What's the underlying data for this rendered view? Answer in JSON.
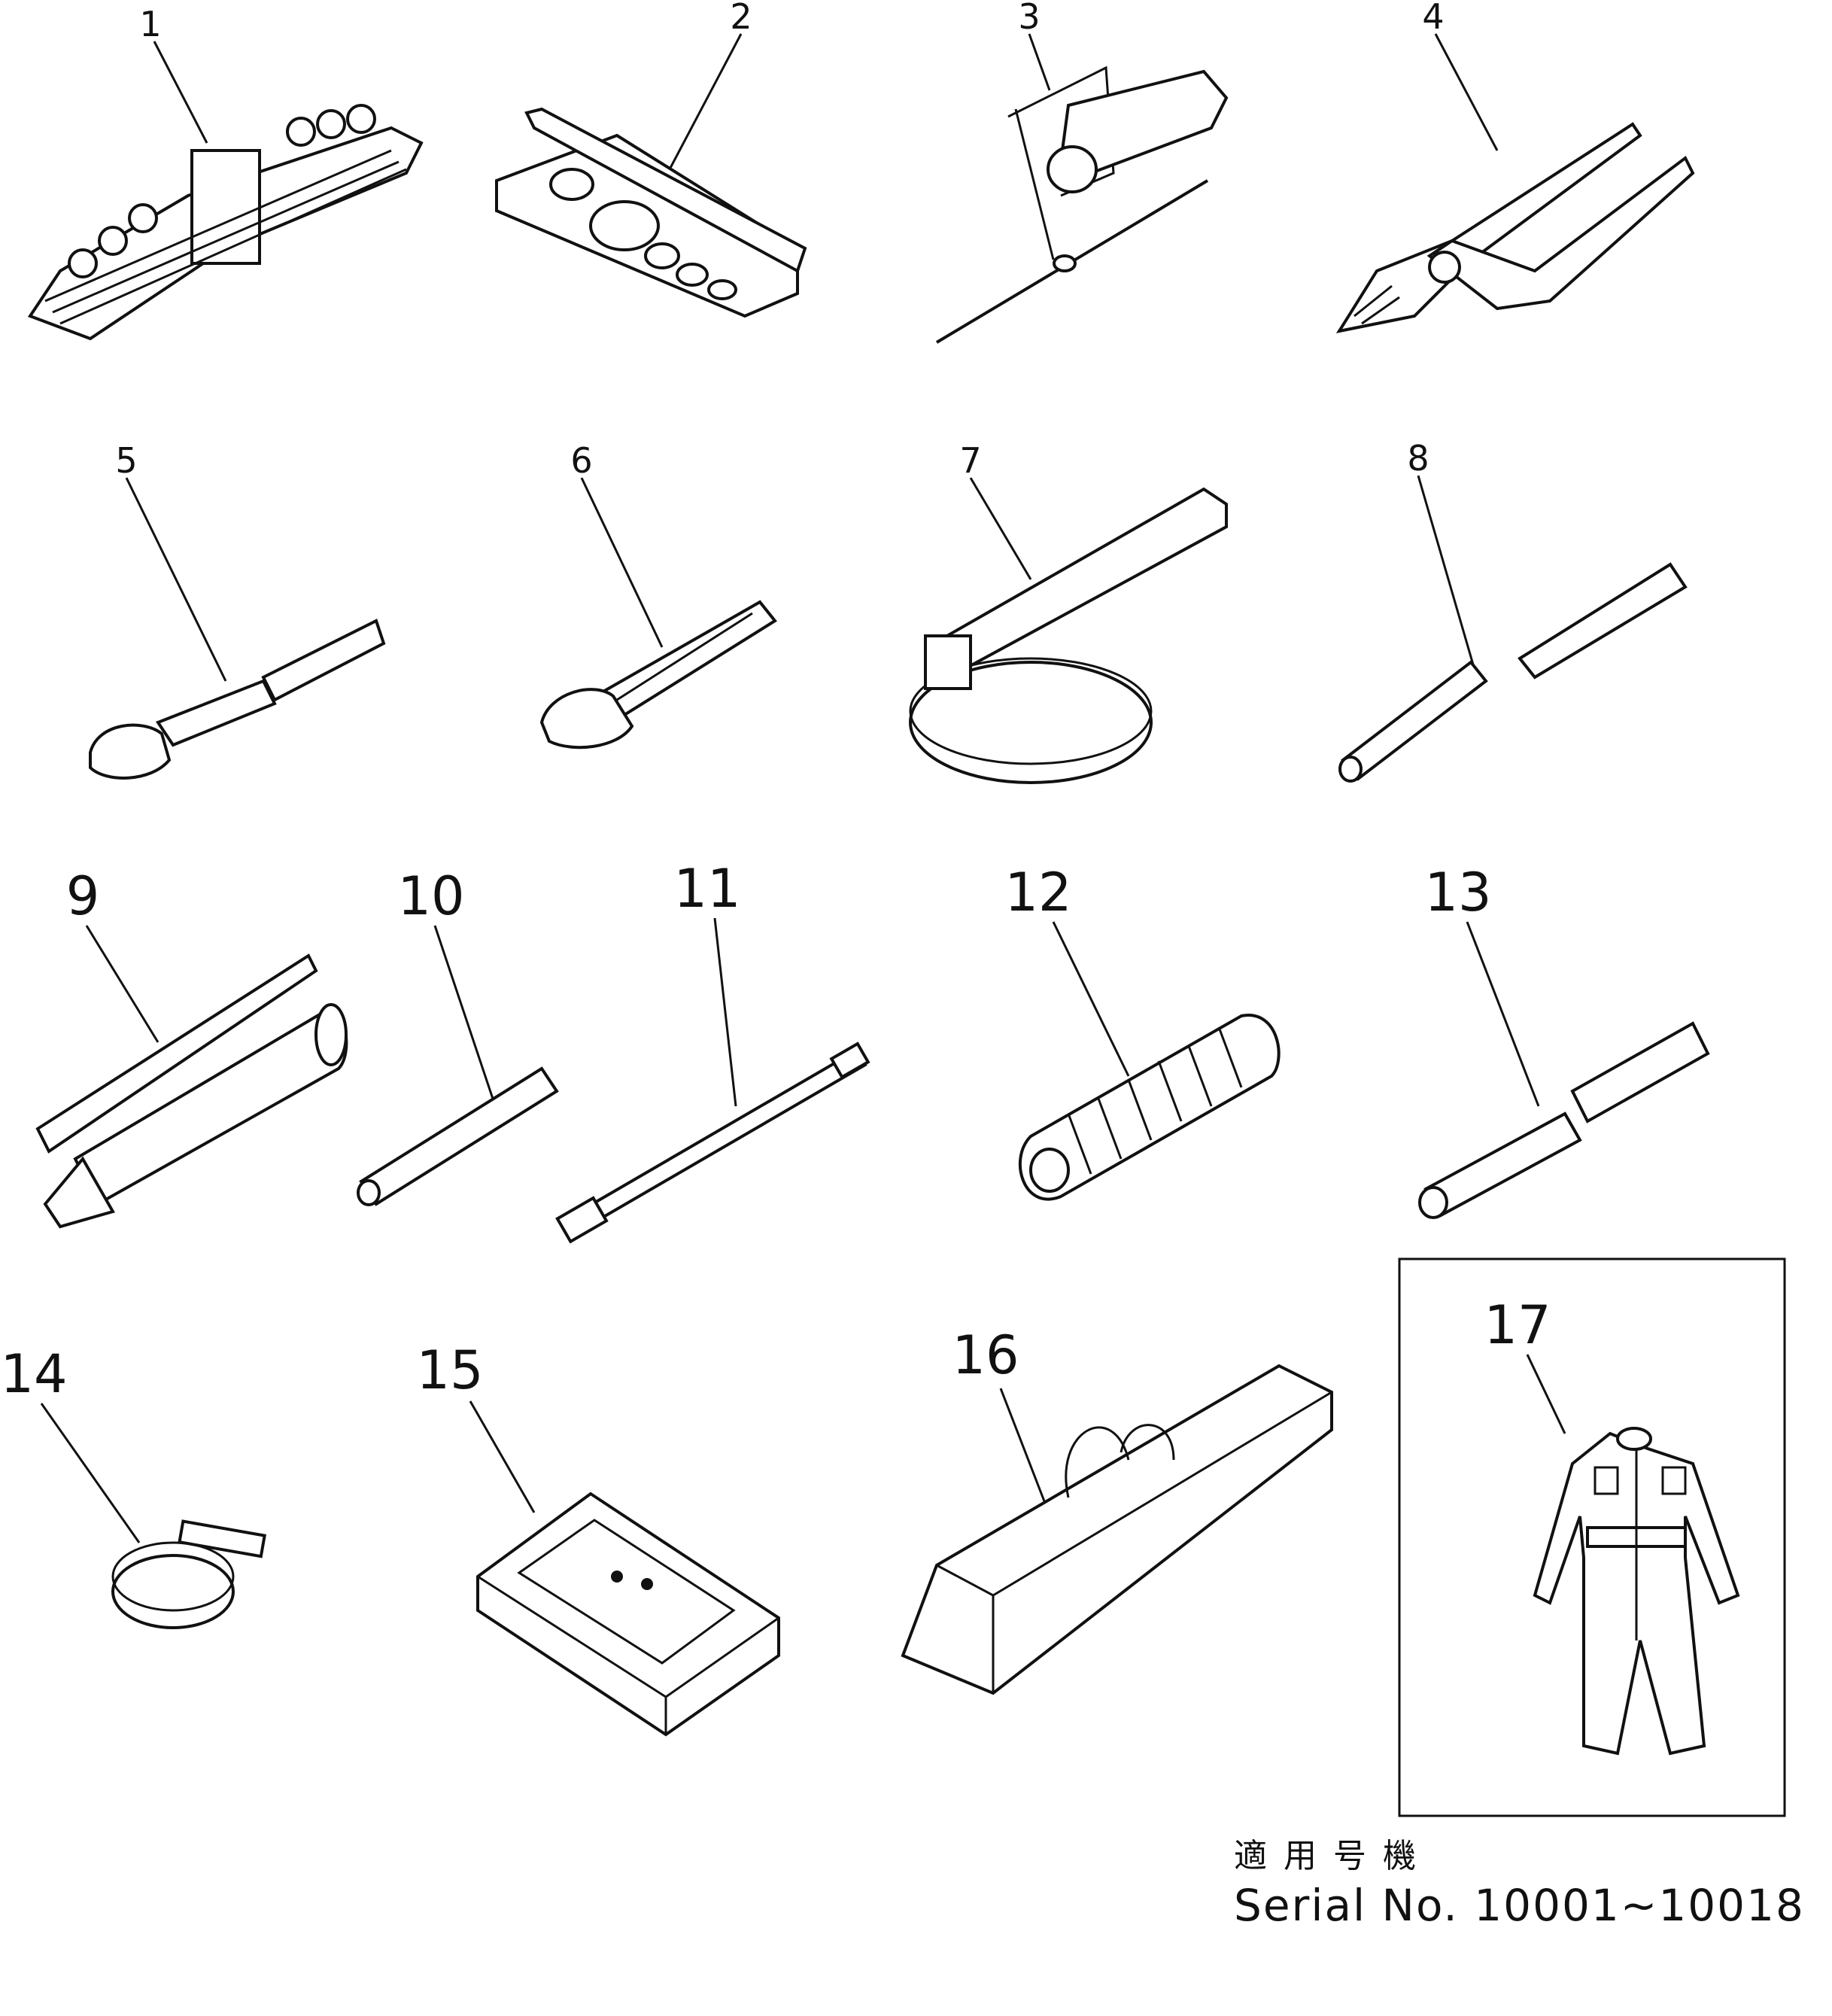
{
  "items": [
    {
      "id": "1"
    },
    {
      "id": "2"
    },
    {
      "id": "3"
    },
    {
      "id": "4"
    },
    {
      "id": "5"
    },
    {
      "id": "6"
    },
    {
      "id": "7"
    },
    {
      "id": "8"
    },
    {
      "id": "9"
    },
    {
      "id": "10"
    },
    {
      "id": "11"
    },
    {
      "id": "12"
    },
    {
      "id": "13"
    },
    {
      "id": "14"
    },
    {
      "id": "15"
    },
    {
      "id": "16"
    },
    {
      "id": "17"
    }
  ],
  "note": {
    "jp_label": "適用号機",
    "serial": "Serial No. 10001~10018"
  }
}
